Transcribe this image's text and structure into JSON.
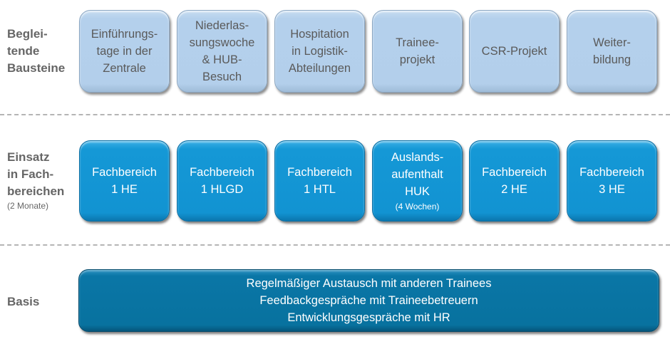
{
  "rows": {
    "begleitende": {
      "label_lines": [
        "Beglei-",
        "tende",
        "Bausteine"
      ],
      "boxes": [
        {
          "lines": [
            "Einführungs-",
            "tage in der",
            "Zentrale"
          ]
        },
        {
          "lines": [
            "Niederlas-",
            "sungswoche",
            "& HUB-",
            "Besuch"
          ]
        },
        {
          "lines": [
            "Hospitation",
            "in Logistik-",
            "Abteilungen"
          ]
        },
        {
          "lines": [
            "Trainee-",
            "projekt"
          ]
        },
        {
          "lines": [
            "CSR-Projekt"
          ]
        },
        {
          "lines": [
            "Weiter-",
            "bildung"
          ]
        }
      ]
    },
    "einsatz": {
      "label_lines": [
        "Einsatz",
        "in Fach-",
        "bereichen"
      ],
      "label_sub": "(2 Monate)",
      "boxes": [
        {
          "lines": [
            "Fachbereich",
            "1 HE"
          ]
        },
        {
          "lines": [
            "Fachbereich",
            "1 HLGD"
          ]
        },
        {
          "lines": [
            "Fachbereich",
            "1 HTL"
          ]
        },
        {
          "lines": [
            "Auslands-",
            "aufenthalt",
            "HUK"
          ],
          "sub": "(4 Wochen)"
        },
        {
          "lines": [
            "Fachbereich",
            "2 HE"
          ]
        },
        {
          "lines": [
            "Fachbereich",
            "3 HE"
          ]
        }
      ]
    },
    "basis": {
      "label": "Basis",
      "lines": [
        "Regelmäßiger Austausch mit anderen Trainees",
        "Feedbackgespräche mit Traineebetreuern",
        "Entwicklungsgespräche mit HR"
      ]
    }
  },
  "colors": {
    "light_box": "#b4d0ec",
    "mid_box": "#1293d2",
    "basis_box": "#08729f",
    "label_text": "#666666"
  }
}
